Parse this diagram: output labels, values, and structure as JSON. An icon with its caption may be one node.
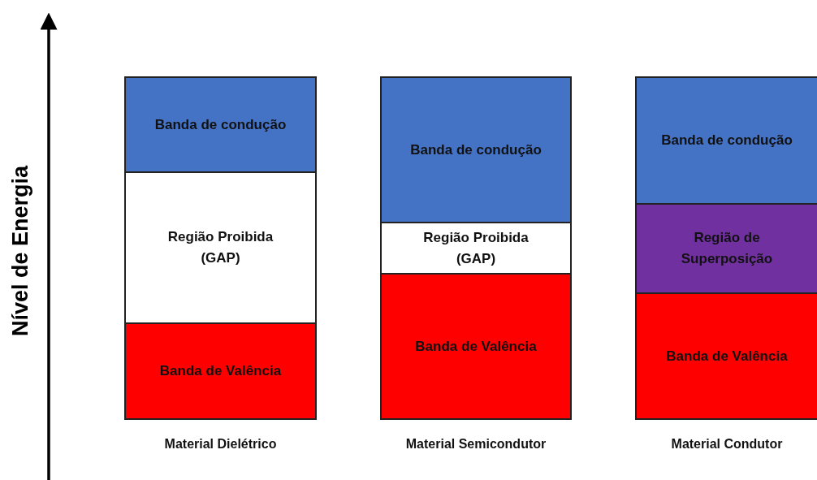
{
  "diagram": {
    "nodes": [
      {
        "text": [
          "Material Dielétrico"
        ]
      },
      {
        "text": [
          "Banda de condução"
        ],
        "in": 0
      },
      {
        "text": [
          "Região Proibida (GAP)"
        ],
        "in": 0
      },
      {
        "text": [
          "Banda de Valência"
        ],
        "in": 0
      },
      {
        "text": [
          "Material Semicondutor"
        ]
      },
      {
        "text": [
          "Banda de condução"
        ],
        "in": 4
      },
      {
        "text": [
          "Região Proibida (GAP)"
        ],
        "in": 4
      },
      {
        "text": [
          "Banda de Valência"
        ],
        "in": 4
      },
      {
        "text": [
          "Material Condutor"
        ]
      },
      {
        "text": [
          "Banda de condução"
        ],
        "in": 8
      },
      {
        "text": [
          "Região de Superposição"
        ],
        "in": 8
      },
      {
        "text": [
          "Banda de Valência"
        ],
        "in": 8
      }
    ],
    "edges": [],
    "labels": [
      "Nível de Energia"
    ]
  }
}
